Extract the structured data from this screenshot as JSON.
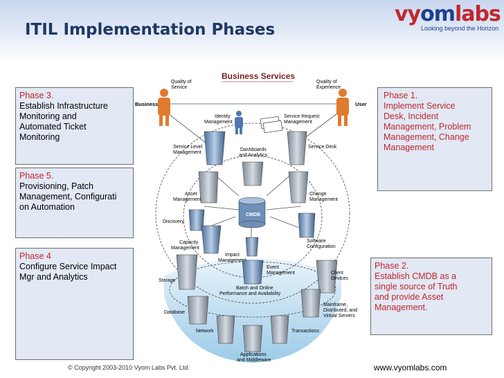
{
  "title": "ITIL Implementation Phases",
  "logo": {
    "part1": "vy",
    "part2": "om",
    "part3": "labs",
    "tagline": "Looking beyond the Horizon"
  },
  "boxes": {
    "phase3": {
      "heading": "Phase 3.",
      "lines": [
        "Establish Infrastructure",
        "Monitoring and",
        "Automated Ticket",
        "Monitoring"
      ]
    },
    "phase5": {
      "heading": "Phase 5.",
      "lines": [
        "Provisioning, Patch",
        "Management, Configurati",
        "on Automation"
      ]
    },
    "phase4": {
      "heading": "Phase 4",
      "lines": [
        "Configure Service Impact",
        "Mgr and Analytics"
      ]
    },
    "phase1": {
      "heading": "Phase 1.",
      "lines": [
        "Implement Service",
        "Desk, Incident",
        "Management, Problem",
        "Management, Change",
        "Management"
      ]
    },
    "phase2": {
      "heading": "Phase 2.",
      "lines": [
        "Establish CMDB as a",
        "single source of Truth",
        "and provide Asset",
        "Management."
      ]
    }
  },
  "diagram": {
    "business_services": "Business Services",
    "quality_of_service": [
      "Quality of",
      "Service"
    ],
    "quality_of_experience": [
      "Quality of",
      "Experience"
    ],
    "business": "Business",
    "user": "User",
    "identity": [
      "Identity",
      "Management"
    ],
    "service_request": [
      "Service Request",
      "Management"
    ],
    "service_level": [
      "Service Level",
      "Management"
    ],
    "dashboards": [
      "Dashboards",
      "and Analytics"
    ],
    "service_desk": "Service Desk",
    "asset": [
      "Asset",
      "Management"
    ],
    "change": [
      "Change",
      "Management"
    ],
    "cmdb": "CMDB",
    "discovery": "Discovery",
    "capacity": [
      "Capacity",
      "Management"
    ],
    "software": [
      "Software",
      "Configuration"
    ],
    "impact": [
      "Impact",
      "Management"
    ],
    "event": [
      "Event",
      "Management"
    ],
    "storage": "Storage",
    "client": [
      "Client",
      "Devices"
    ],
    "batch": [
      "Batch and Online",
      "Performance and Availability"
    ],
    "mainframe": [
      "Mainframe,",
      "Distributed, and",
      "Virtual Servers"
    ],
    "database": "Database",
    "network": "Network",
    "transactions": "Transactions",
    "applications": [
      "Applications",
      "and Middleware"
    ]
  },
  "footer": {
    "copyright": "© Copyright 2003-2010 Vyom Labs Pvt. Ltd.",
    "url": "www.vyomlabs.com"
  }
}
